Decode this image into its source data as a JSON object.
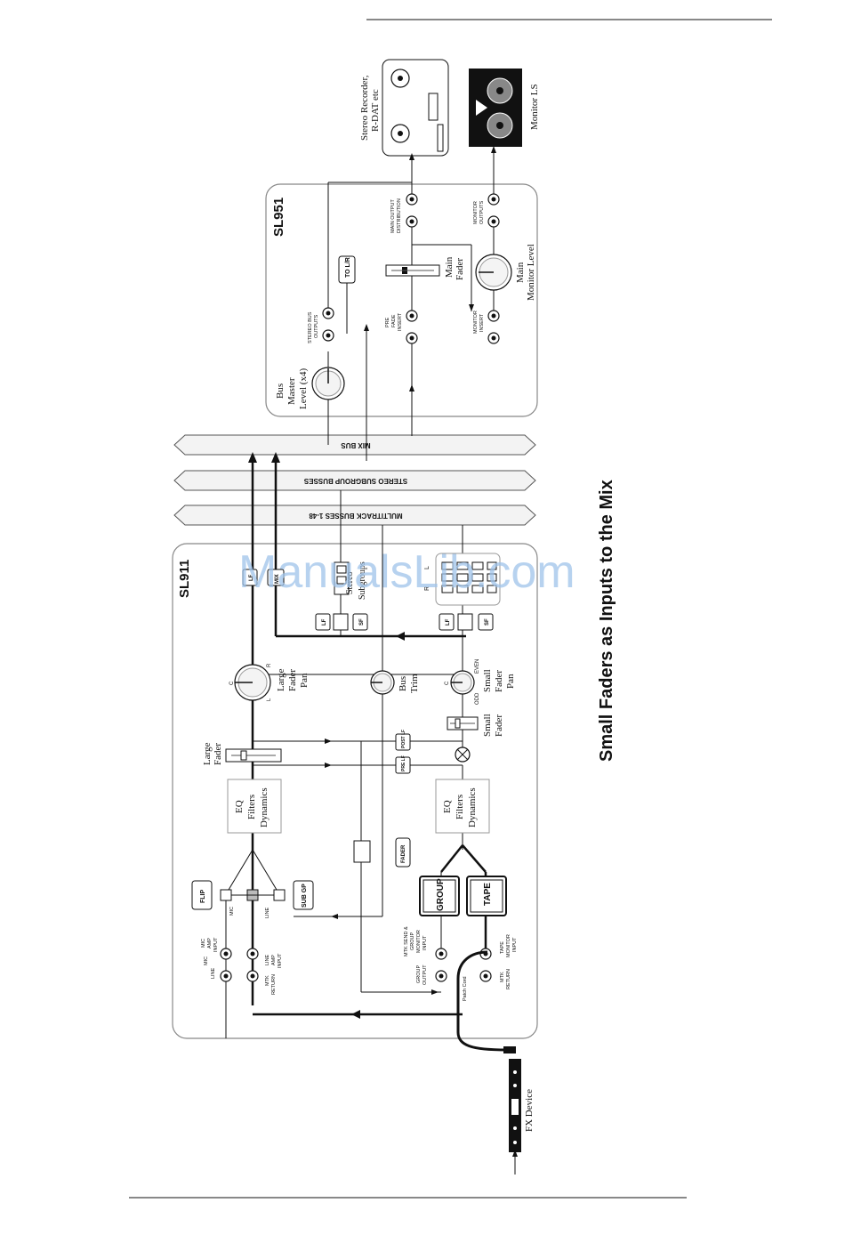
{
  "title": "Small Faders as Inputs to the Mix",
  "watermark": "ManualsLib.com",
  "panels": {
    "sl911": "SL911",
    "sl951": "SL951"
  },
  "busses": {
    "mix": "MIX BUS",
    "stereo_subgroup": "STEREO SUBGROUP BUSSES",
    "multitrack": "MULTITRACK BUSSES 1-48"
  },
  "devices": {
    "recorder_1": "Stereo Recorder,",
    "recorder_2": "R-DAT etc",
    "monitor": "Monitor LS",
    "fx": "FX Device"
  },
  "sl951_labels": {
    "bus_master_1": "Bus",
    "bus_master_2": "Master",
    "bus_master_3": "Level (x4)",
    "stereo_bus_outputs_1": "STEREO BUS",
    "stereo_bus_outputs_2": "OUTPUTS",
    "to_lr": "TO L/R",
    "pre_fade_1": "PRE",
    "pre_fade_2": "FADE",
    "pre_fade_3": "INSERT",
    "main_fader_1": "Main",
    "main_fader_2": "Fader",
    "main_output_1": "MAIN OUTPUT",
    "main_output_2": "DISTRIBUTION",
    "monitor_insert_1": "MONITOR",
    "monitor_insert_2": "INSERT",
    "main_monitor_1": "Main",
    "main_monitor_2": "Monitor Level",
    "monitor_outputs_1": "MONITOR",
    "monitor_outputs_2": "OUTPUTS"
  },
  "sl911_labels": {
    "mic_line_1": "MIC",
    "mic_line_2": "LINE",
    "mic_amp_1": "MIC",
    "mic_amp_2": "AMP",
    "mic_amp_3": "INPUT",
    "line_amp_1": "LINE",
    "line_amp_2": "AMP",
    "line_amp_3": "INPUT",
    "mtk_return_1": "MTK",
    "mtk_return_2": "RETURN",
    "mic": "MIC",
    "line": "LINE",
    "flip": "FLIP",
    "sub_gp": "SUB GP",
    "eq_1": "EQ",
    "eq_2": "Filters",
    "eq_3": "Dynamics",
    "large_fader_1": "Large",
    "large_fader_2": "Fader",
    "large_pan_1": "Large",
    "large_pan_2": "Fader",
    "large_pan_3": "Pan",
    "pan_c": "C",
    "pan_l": "L",
    "pan_r": "R",
    "bus_trim_1": "Bus",
    "bus_trim_2": "Trim",
    "lf": "LF",
    "sf": "SF",
    "mix": "MIX",
    "stereo_sub_1": "Stereo",
    "stereo_sub_2": "Subgroups",
    "post_lf": "POST LF",
    "pre_lf": "PRE LF",
    "fader": "FADER",
    "group": "GROUP",
    "tape": "TAPE",
    "mtk_send_1": "MTK SEND &",
    "mtk_send_2": "GROUP",
    "mtk_send_3": "MONITOR",
    "mtk_send_4": "INPUT",
    "group_output_1": "GROUP",
    "group_output_2": "OUTPUT",
    "patch_cord": "Patch Cord",
    "tape_monitor_1": "TAPE",
    "tape_monitor_2": "MONITOR",
    "tape_monitor_3": "INPUT",
    "mtk_return2_1": "MTK",
    "mtk_return2_2": "RETURN",
    "small_fader_1": "Small",
    "small_fader_2": "Fader",
    "small_pan_1": "Small",
    "small_pan_2": "Fader",
    "small_pan_3": "Pan",
    "odd": "ODD",
    "even": "EVEN",
    "l": "L",
    "r": "R"
  }
}
